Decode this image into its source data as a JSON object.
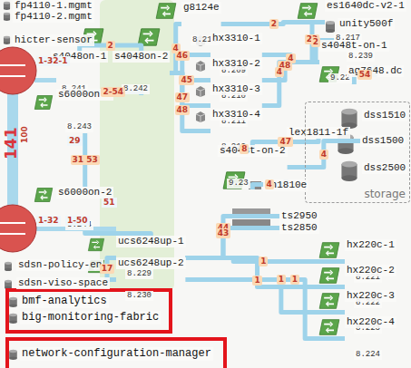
{
  "diagram": {
    "nodes": [
      {
        "text": [
          "fp4110-1.mgmt"
        ]
      },
      {
        "text": [
          "fp4110-2.mgmt"
        ]
      },
      {
        "text": [
          "hicter-sensor"
        ]
      },
      {
        "text": [
          "s4048on-1",
          "8.241"
        ]
      },
      {
        "text": [
          "s4048on-2",
          "8.242"
        ]
      },
      {
        "text": [
          "g8124e",
          "8.216"
        ]
      },
      {
        "text": [
          "es1640dc-v2-1",
          "8.217"
        ]
      },
      {
        "text": [
          "unity500f",
          "8.239"
        ]
      },
      {
        "text": [
          "s4048t-on-1",
          "9.22"
        ]
      },
      {
        "text": [
          "ag7648.dc"
        ]
      },
      {
        "text": [
          "hx3310-1",
          "8.209"
        ]
      },
      {
        "text": [
          "hx3310-2",
          "8.210"
        ]
      },
      {
        "text": [
          "hx3310-3",
          "8.211"
        ]
      },
      {
        "text": [
          "hx3310-4",
          "8.212"
        ]
      },
      {
        "text": [
          "s6000on-1",
          "8.243"
        ]
      },
      {
        "text": [
          "s6000on-2",
          "8.244"
        ]
      },
      {
        "text": [
          "lex1811-1f"
        ]
      },
      {
        "text": [
          "storage"
        ]
      },
      {
        "text": [
          "dss1510"
        ],
        "in": 17
      },
      {
        "text": [
          "dss1500"
        ],
        "in": 17
      },
      {
        "text": [
          "dss2500"
        ],
        "in": 17
      },
      {
        "text": [
          "dn1810e"
        ]
      },
      {
        "text": [
          "s4048t-on-2",
          "9.23"
        ]
      },
      {
        "text": [
          "ts2950"
        ]
      },
      {
        "text": [
          "ts2850"
        ]
      },
      {
        "text": [
          "ucs6248up-1",
          "8.229"
        ]
      },
      {
        "text": [
          "ucs6248up-2",
          "8.230"
        ]
      },
      {
        "text": [
          "hx220c-1",
          "8.221"
        ]
      },
      {
        "text": [
          "hx220c-2",
          "8.222"
        ]
      },
      {
        "text": [
          "hx220c-3",
          "8.223"
        ]
      },
      {
        "text": [
          "hx220c-4",
          "8.224"
        ]
      },
      {
        "text": [
          "sdsn-policy-en"
        ]
      },
      {
        "text": [
          "sdsn-viso-space"
        ]
      },
      {
        "text": [
          "bmf-analytics"
        ]
      },
      {
        "text": [
          "big-monitoring-fabric"
        ]
      },
      {
        "text": [
          "network-configuration-manager"
        ]
      }
    ],
    "edges": [
      {
        "from": 3,
        "to": 4,
        "arrow": "none",
        "label": "2"
      },
      {
        "from": 4,
        "to": 5,
        "arrow": "none",
        "label": "4"
      },
      {
        "from": 4,
        "to": 10,
        "arrow": "none",
        "label": "46"
      },
      {
        "from": 4,
        "to": 11,
        "arrow": "none",
        "label": "45"
      },
      {
        "from": 4,
        "to": 12,
        "arrow": "none",
        "label": "47"
      },
      {
        "from": 4,
        "to": 13,
        "arrow": "none",
        "label": "48"
      },
      {
        "from": 10,
        "to": 8,
        "arrow": "none",
        "label": "4"
      },
      {
        "from": 11,
        "to": 8,
        "arrow": "none",
        "label": "48"
      },
      {
        "from": 12,
        "to": 8,
        "arrow": "none",
        "label": "4"
      },
      {
        "from": 8,
        "to": 9,
        "arrow": "none",
        "label": "54"
      },
      {
        "from": 8,
        "to": 6,
        "arrow": "none",
        "label": "23"
      },
      {
        "from": 8,
        "to": 7,
        "arrow": "none",
        "label": "2"
      },
      {
        "from": 5,
        "to": 6,
        "arrow": "none",
        "label": "2"
      },
      {
        "from": 14,
        "to": 15,
        "arrow": "none",
        "label": "31 53"
      },
      {
        "from": 14,
        "to": 4,
        "arrow": "none",
        "label": "2-54"
      },
      {
        "from": 13,
        "to": 22,
        "arrow": "none",
        "label": "8"
      },
      {
        "from": 22,
        "to": 16,
        "arrow": "none",
        "label": "47"
      },
      {
        "from": 22,
        "to": 19,
        "arrow": "none",
        "label": "4"
      },
      {
        "from": 22,
        "to": 21,
        "arrow": "none",
        "label": "4"
      },
      {
        "from": 15,
        "to": 25,
        "arrow": "none"
      },
      {
        "from": 25,
        "to": 27,
        "arrow": "none",
        "label": "1"
      },
      {
        "from": 25,
        "to": 28,
        "arrow": "none",
        "label": "1"
      },
      {
        "from": 26,
        "to": 29,
        "arrow": "none",
        "label": "1"
      },
      {
        "from": 26,
        "to": 30,
        "arrow": "none",
        "label": "1"
      },
      {
        "from": 25,
        "to": 26,
        "arrow": "none",
        "label": "17"
      },
      {
        "from": 25,
        "to": 23,
        "arrow": "none",
        "label": "44"
      },
      {
        "from": 25,
        "to": 24,
        "arrow": "none",
        "label": "43"
      }
    ],
    "labels": [
      "141",
      "100",
      "1-32-1",
      "1-32",
      "1-50",
      "29",
      "51"
    ]
  }
}
